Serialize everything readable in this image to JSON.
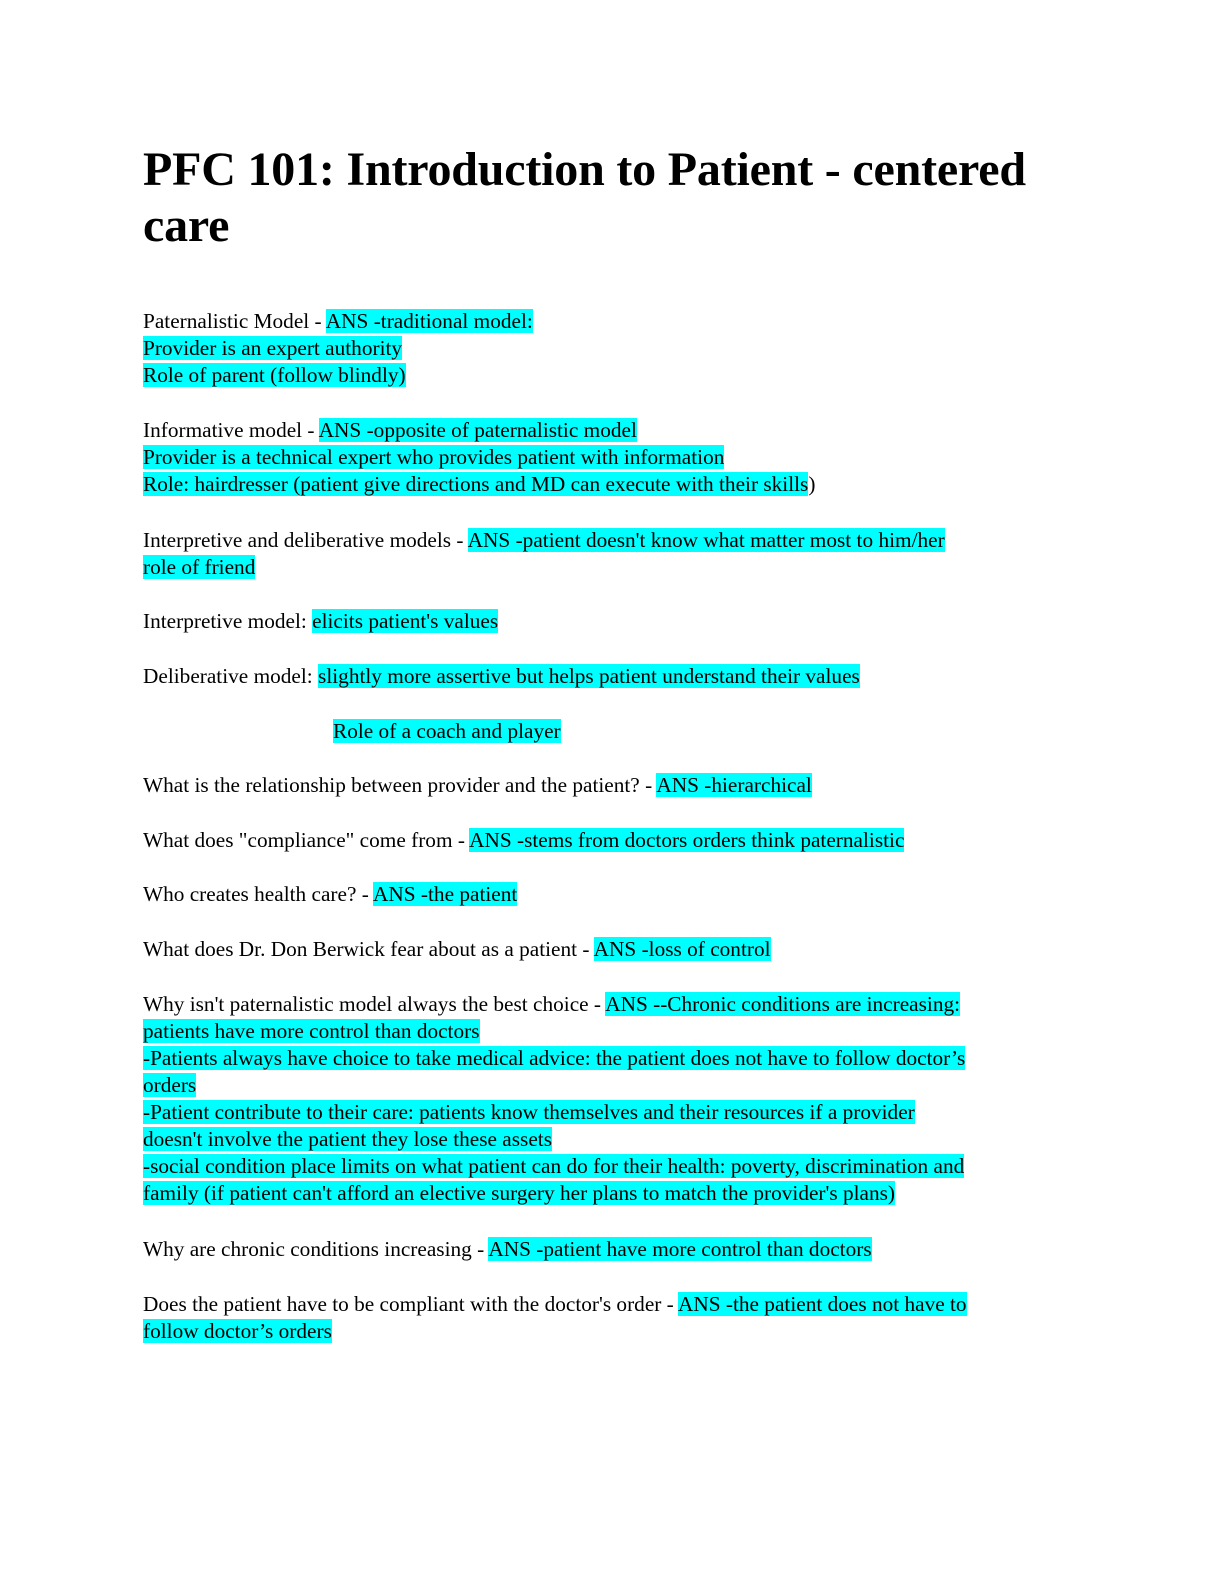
{
  "document": {
    "title_line1": "PFC 101: Introduction to Patient - centered",
    "title_line2": "care",
    "highlight_color": "#00ffff",
    "qa": [
      {
        "q": "Paternalistic Model - ",
        "a_lines": [
          "ANS -traditional model:",
          "Provider is an expert authority",
          "Role of parent (follow blindly)"
        ]
      },
      {
        "q": "Informative model - ",
        "a_lines": [
          "ANS -opposite of paternalistic model",
          "Provider is a technical expert who provides patient with information",
          "Role: hairdresser (patient give directions and MD can execute with their skills"
        ],
        "trailing": ")"
      },
      {
        "q": "Interpretive and deliberative models - ",
        "a_lines": [
          "ANS -patient doesn't know what matter most to him/her",
          "role of friend"
        ]
      },
      {
        "q": "Interpretive model: ",
        "a_lines": [
          "elicits patient's values"
        ]
      },
      {
        "q": "Deliberative model: ",
        "a_lines": [
          "slightly more assertive but helps patient understand their values",
          "Role of a coach and player"
        ]
      },
      {
        "q": "What is the relationship between provider and the patient? - ",
        "a_lines": [
          "ANS -hierarchical"
        ]
      },
      {
        "q": "What does \"compliance\" come from - ",
        "a_lines": [
          "ANS -stems from doctors orders think paternalistic"
        ]
      },
      {
        "q": "Who creates health care? - ",
        "a_lines": [
          "ANS -the patient"
        ]
      },
      {
        "q": "What does Dr. Don Berwick fear about as a patient - ",
        "a_lines": [
          "ANS -loss of control"
        ]
      },
      {
        "q": "Why isn't paternalistic model always the best choice - ",
        "a_lines": [
          "ANS --Chronic conditions are increasing:",
          "patients have more control than doctors",
          "-Patients always have choice to take medical advice: the patient does not have to follow doctor’s",
          "orders",
          "-Patient contribute to their care: patients know themselves and their resources if a provider",
          "doesn't involve the patient they lose these assets",
          "-social condition place limits on what patient can do for their health: poverty, discrimination and",
          "family (if patient can't afford an elective surgery her plans to match the provider's plans)"
        ]
      },
      {
        "q": "Why are chronic conditions increasing - ",
        "a_lines": [
          "ANS -patient have more control than doctors"
        ]
      },
      {
        "q": "Does the patient have to be compliant with the doctor's order - ",
        "a_lines": [
          "ANS -the patient does not have to",
          "follow doctor’s orders"
        ]
      }
    ]
  }
}
